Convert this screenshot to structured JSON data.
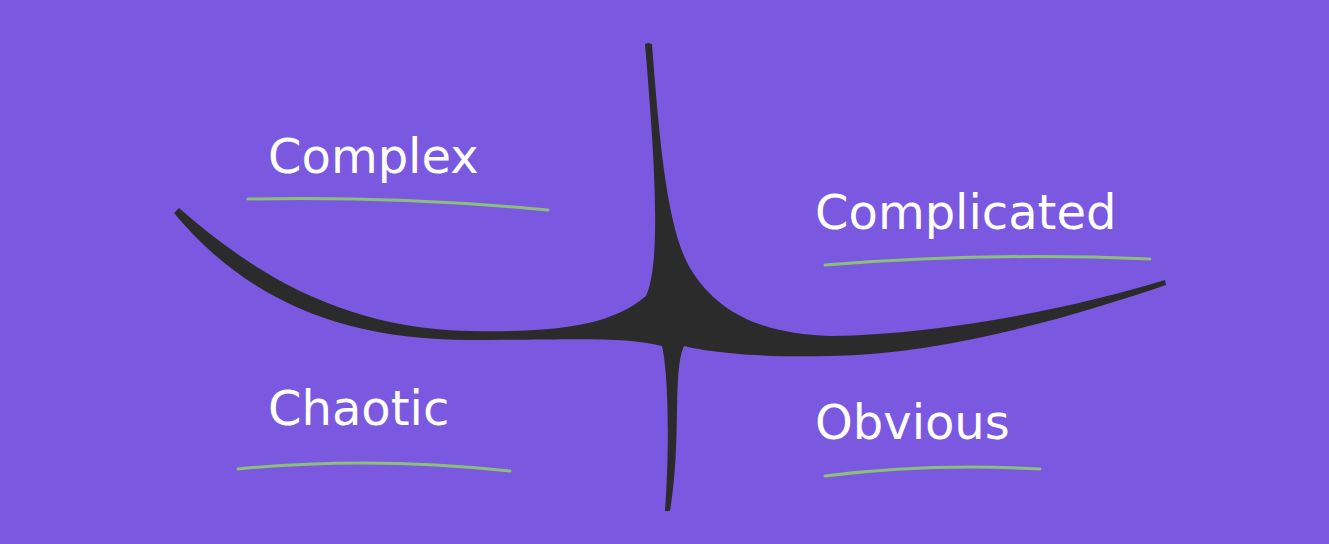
{
  "diagram": {
    "labels": [
      "Complex",
      "Complicated",
      "Chaotic",
      "Obvious"
    ]
  }
}
